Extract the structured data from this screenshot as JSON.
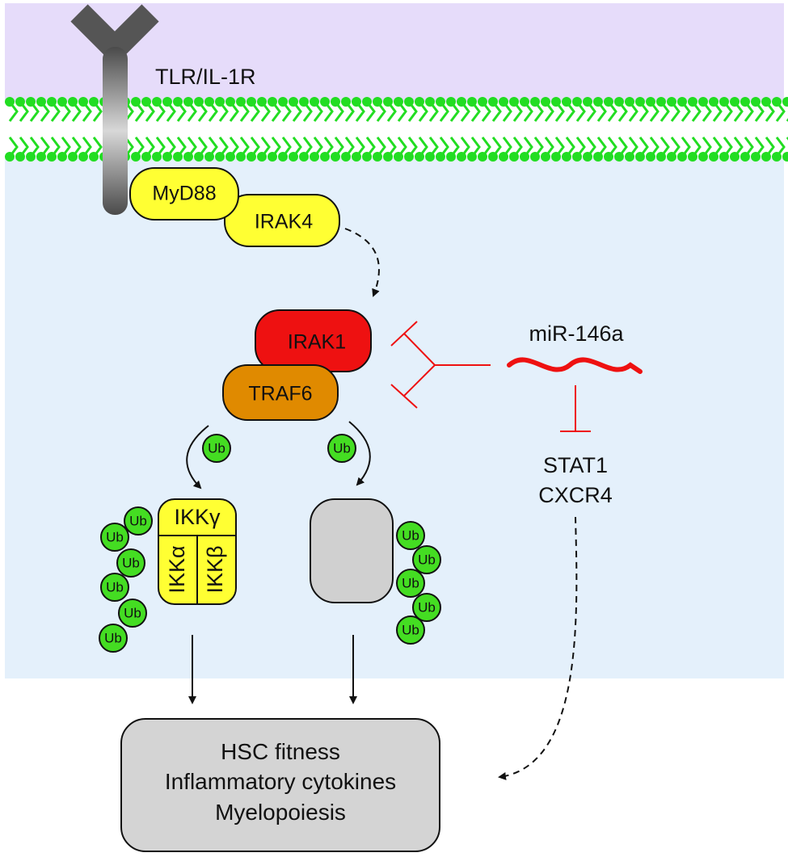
{
  "colors": {
    "extracellular": "#e6dcfa",
    "cytoplasm": "#e4f0fb",
    "membrane": "#22dd22",
    "adaptor": "#ffff33",
    "irak1": "#ee1111",
    "traf6": "#e08a00",
    "ubiquitin": "#44dd22",
    "inhibition": "#ee1111",
    "unknown_complex": "#d0d0d0",
    "outcome_box": "#d4d4d4"
  },
  "receptor": {
    "label": "TLR/IL-1R"
  },
  "adaptors": {
    "myd88": "MyD88",
    "irak4": "IRAK4"
  },
  "kinases": {
    "irak1": "IRAK1",
    "traf6": "TRAF6"
  },
  "mirna": {
    "label": "miR-146a",
    "targets": [
      "STAT1",
      "CXCR4"
    ]
  },
  "ubiquitin_label": "Ub",
  "ikk_complex": {
    "gamma": "IKKγ",
    "alpha": "IKKα",
    "beta": "IKKβ"
  },
  "outcome": {
    "lines": [
      "HSC fitness",
      "Inflammatory cytokines",
      "Myelopoiesis"
    ]
  }
}
